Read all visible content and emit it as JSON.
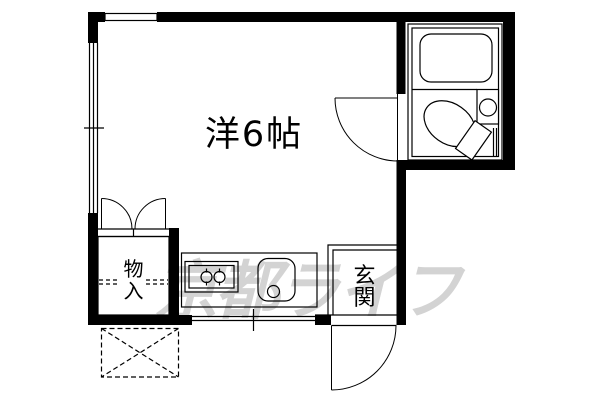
{
  "title": "apartment-floor-plan",
  "rooms": {
    "main": {
      "label": "洋6帖"
    },
    "closet": {
      "label": "物入",
      "chars": [
        "物",
        "入"
      ]
    },
    "entrance": {
      "label": "玄関",
      "chars": [
        "玄",
        "関"
      ]
    }
  },
  "fixtures": {
    "bathroom": [
      "bathtub",
      "toilet",
      "wash-basin"
    ],
    "kitchen": [
      "two-burner-stove",
      "sink"
    ]
  },
  "watermark": {
    "text": "京都ライフ",
    "color": "#d3d3d3"
  },
  "colors": {
    "line": "#000000",
    "background": "#ffffff",
    "watermark": "#d3d3d3"
  }
}
